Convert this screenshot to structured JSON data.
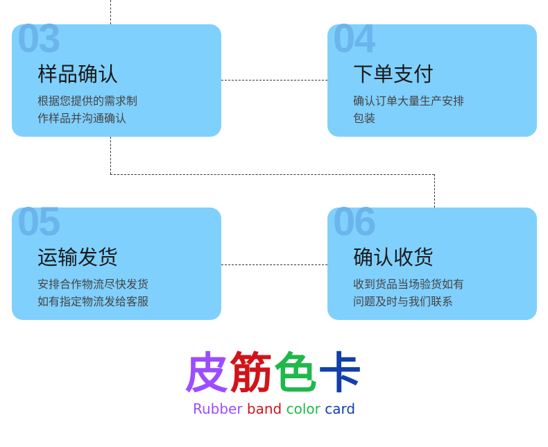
{
  "steps": [
    {
      "num": "03",
      "title": "样品确认",
      "desc1": "根据您提供的需求制",
      "desc2": "作样品并沟通确认"
    },
    {
      "num": "04",
      "title": "下单支付",
      "desc1": "确认订单大量生产安排",
      "desc2": "包装"
    },
    {
      "num": "05",
      "title": "运输发货",
      "desc1": "安排合作物流尽快发货",
      "desc2": "如有指定物流发给客服"
    },
    {
      "num": "06",
      "title": "确认收货",
      "desc1": "收到货品当场验货如有",
      "desc2": "问题及时与我们联系"
    }
  ],
  "heading": {
    "c1": "皮",
    "c2": "筋",
    "c3": "色",
    "c4": "卡",
    "e1": "Rubber",
    "e2": "band",
    "e3": "color",
    "e4": "card"
  },
  "colors": {
    "card": "#80d0fd",
    "purple": "#9b4dff",
    "red": "#d0141a",
    "green": "#1fb84a",
    "blue": "#1240a8"
  }
}
